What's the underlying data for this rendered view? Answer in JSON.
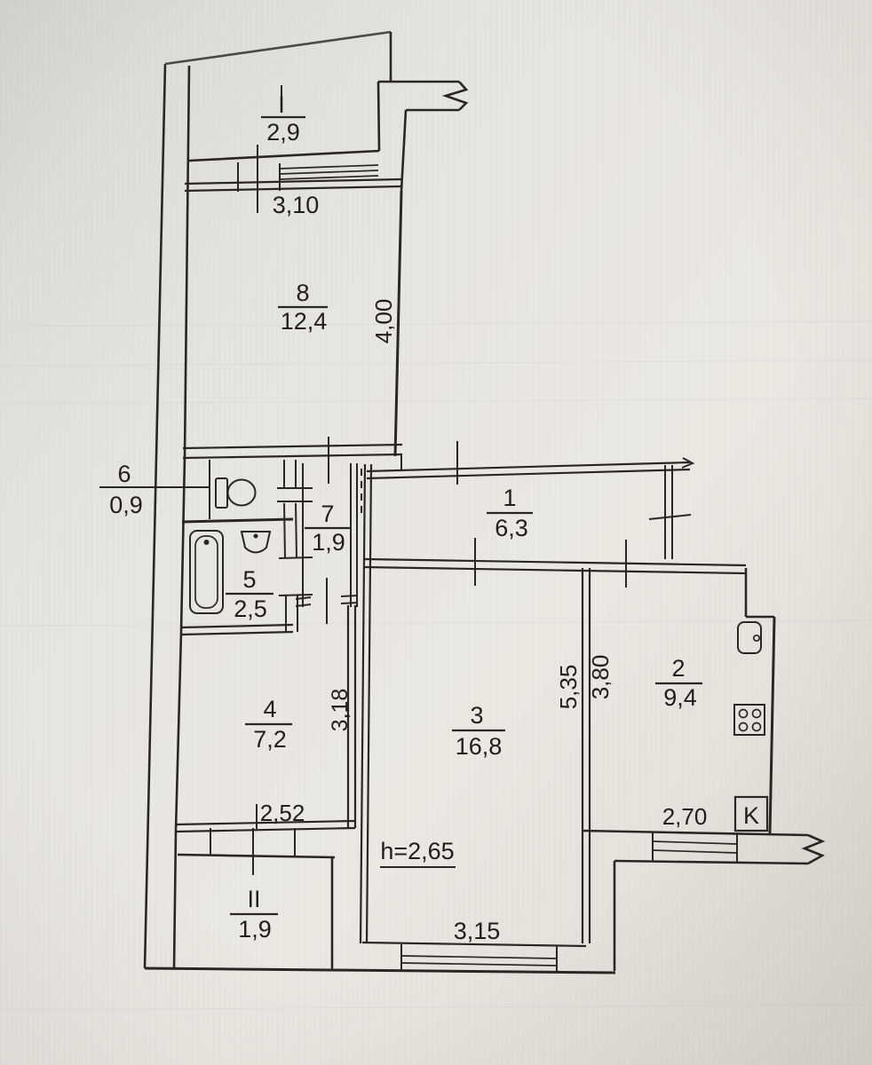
{
  "plan": {
    "rooms": [
      {
        "id": "I",
        "area": "2,9"
      },
      {
        "id": "8",
        "area": "12,4"
      },
      {
        "id": "6",
        "area": "0,9"
      },
      {
        "id": "7",
        "area": "1,9"
      },
      {
        "id": "1",
        "area": "6,3"
      },
      {
        "id": "5",
        "area": "2,5"
      },
      {
        "id": "4",
        "area": "7,2"
      },
      {
        "id": "3",
        "area": "16,8"
      },
      {
        "id": "2",
        "area": "9,4"
      },
      {
        "id": "II",
        "area": "1,9"
      }
    ],
    "dimensions": {
      "balcony_top_width": "3,10",
      "room8_height": "4,00",
      "room3_left_height": "3,18",
      "room3_right_height": "5,35",
      "kitchen_left_height": "3,80",
      "room4_bottom_width": "2,52",
      "ceiling_height": "h=2,65",
      "room3_bottom_width": "3,15",
      "kitchen_bottom_width": "2,70"
    },
    "markers": {
      "kitchen_k": "K"
    },
    "colors": {
      "paper": "#e7e5df",
      "ink": "#2b2824"
    }
  }
}
